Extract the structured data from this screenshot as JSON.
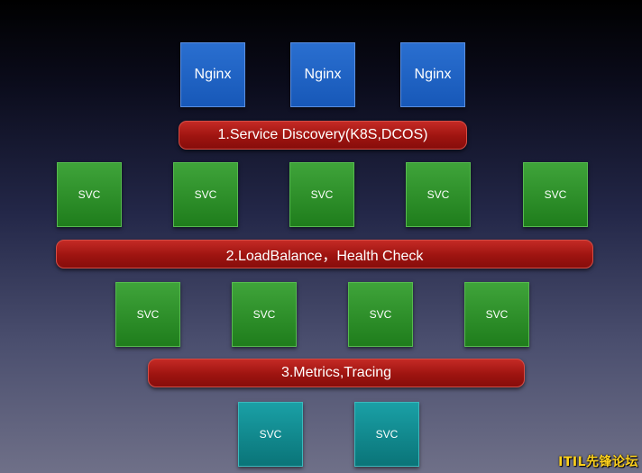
{
  "nginx": [
    "Nginx",
    "Nginx",
    "Nginx"
  ],
  "layers": [
    {
      "label": "1.Service Discovery(K8S,DCOS)"
    },
    {
      "label": "2.LoadBalance，Health Check"
    },
    {
      "label": "3.Metrics,Tracing"
    }
  ],
  "svc_row1": [
    "SVC",
    "SVC",
    "SVC",
    "SVC",
    "SVC"
  ],
  "svc_row2": [
    "SVC",
    "SVC",
    "SVC",
    "SVC"
  ],
  "svc_row3": [
    "SVC",
    "SVC"
  ],
  "watermark": "ITIL先锋论坛",
  "colors": {
    "nginx": "#1f63c4",
    "layer_bar": "#a3150f",
    "svc_green": "#2a8d26",
    "svc_teal": "#0f878c",
    "watermark": "#ffd21c"
  }
}
